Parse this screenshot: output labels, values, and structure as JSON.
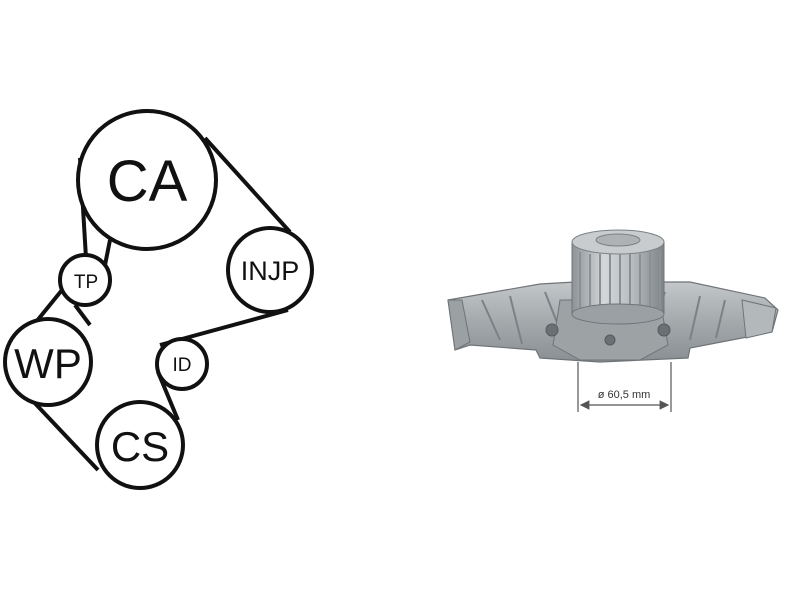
{
  "belt_diagram": {
    "pulleys": [
      {
        "label": "CA"
      },
      {
        "label": "INJP"
      },
      {
        "label": "TP"
      },
      {
        "label": "WP"
      },
      {
        "label": "ID"
      },
      {
        "label": "CS"
      }
    ],
    "stroke_color": "#111111"
  },
  "water_pump": {
    "dimension_label": "ø 60,5 mm",
    "body_color": "#a7acaf",
    "shadow_color": "#7f8488",
    "highlight_color": "#d6d9db"
  }
}
